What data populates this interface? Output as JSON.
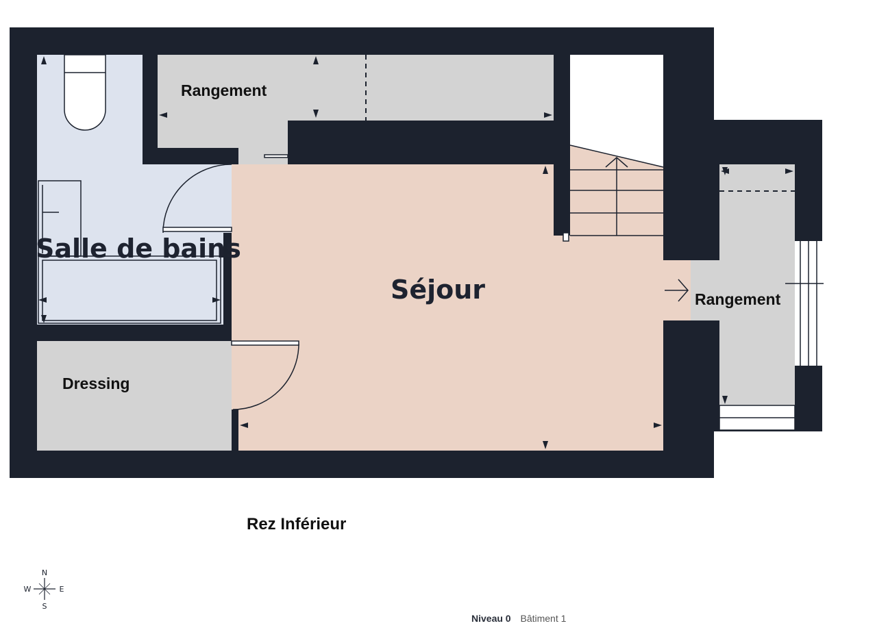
{
  "colors": {
    "wall": "#1c222e",
    "bathroom": "#dde3ee",
    "living": "#ebd3c6",
    "storage": "#d3d3d3",
    "background": "#ffffff"
  },
  "rooms": {
    "bathroom": "Salle de bains",
    "living": "Séjour",
    "storage_top": "Rangement",
    "storage_right": "Rangement",
    "dressing": "Dressing"
  },
  "caption": "Rez Inférieur",
  "footer": {
    "level": "Niveau 0",
    "building": "Bâtiment 1"
  },
  "compass": {
    "north": "N",
    "south": "S",
    "east": "E",
    "west": "W"
  },
  "icons": [
    "compass-rose-icon"
  ]
}
